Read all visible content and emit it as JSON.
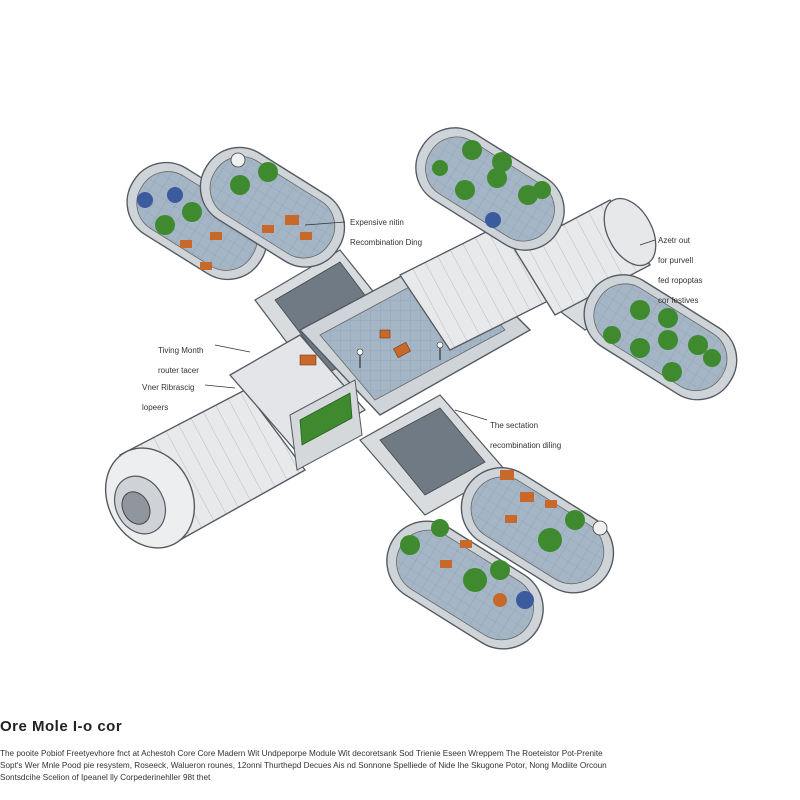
{
  "diagram": {
    "title": "Ore Mole I-o cor",
    "callouts": {
      "top_center": [
        "Expensive nitin",
        "Recombination Ding"
      ],
      "right_top": [
        "Azetr out",
        "for purvell",
        "fed ropoptas",
        "cor festives"
      ],
      "left_upper": [
        "Tiving Month",
        "router tacer"
      ],
      "left_lower": [
        "Vner Ribrascig",
        "lopeers"
      ],
      "center_right": [
        "The sectation",
        "recombination diling"
      ]
    },
    "caption_lines": [
      "The pooite Pobiof Freetyevhore fnct at Achestoh Core Core Madern Wit Undpeporpe Module Wit decoretsank Sod Trienie Eseen Wreppem The Roeteistor Pot-Prenite",
      "Sopt's Wer Mnle Pood pie resystem, Roseeck, Walueron rounes, 12onni Thurthepd Decues Ais nd Sonnone Spelliede of Nide Ihe Skugone Potor, Nong Modiite Orcoun",
      "Sontsdcihe Scelion of Ipeanel lly Corpederinehller 98t thet"
    ],
    "colors": {
      "hull": "#e8e9eb",
      "hull_stroke": "#555a60",
      "floor": "#8fa3b5",
      "greenery": "#3f8a2e",
      "furniture": "#c8682a",
      "accent_blue": "#3c5a9e"
    }
  }
}
